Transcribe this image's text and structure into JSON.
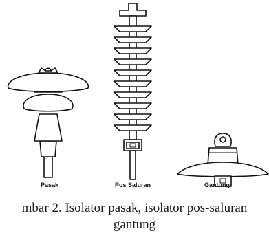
{
  "labels": {
    "pin": "Pasak",
    "post": "Pos Saluran",
    "suspension": "Gantung"
  },
  "caption": {
    "line1": "mbar 2. Isolator pasak, isolator pos-saluran",
    "line2": "gantung"
  },
  "colors": {
    "stroke": "#111111",
    "fill": "#ffffff"
  }
}
